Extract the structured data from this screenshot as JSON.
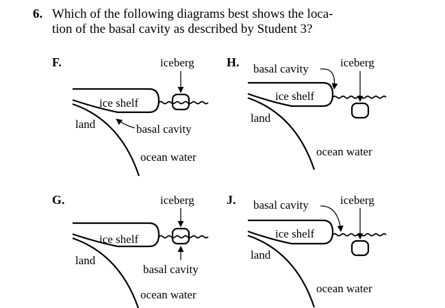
{
  "question": {
    "number": "6.",
    "line1": "Which of the following diagrams best shows the loca-",
    "line2": "tion of the basal cavity as described by Student 3?"
  },
  "options": {
    "F": {
      "letter": "F.",
      "iceberg": "iceberg",
      "ice_shelf": "ice shelf",
      "land": "land",
      "basal_cavity": "basal cavity",
      "ocean_water": "ocean water"
    },
    "G": {
      "letter": "G.",
      "iceberg": "iceberg",
      "ice_shelf": "ice shelf",
      "land": "land",
      "basal_cavity": "basal cavity",
      "ocean_water": "ocean water"
    },
    "H": {
      "letter": "H.",
      "iceberg": "iceberg",
      "ice_shelf": "ice shelf",
      "land": "land",
      "basal_cavity": "basal cavity",
      "ocean_water": "ocean water"
    },
    "J": {
      "letter": "J.",
      "iceberg": "iceberg",
      "ice_shelf": "ice shelf",
      "land": "land",
      "basal_cavity": "basal cavity",
      "ocean_water": "ocean water"
    }
  }
}
